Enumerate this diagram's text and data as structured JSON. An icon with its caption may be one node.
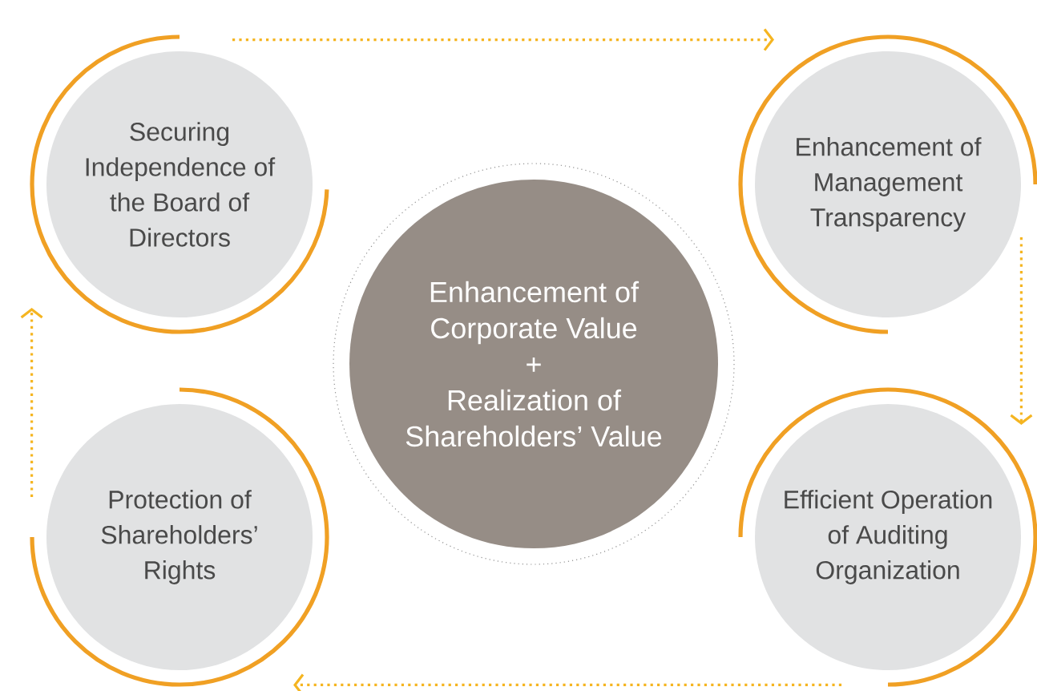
{
  "diagram": {
    "nodes": [
      {
        "text": [
          "Securing Independence of the Board of Directors"
        ]
      },
      {
        "text": [
          "Enhancement of Management Transparency"
        ]
      },
      {
        "text": [
          "Efficient Operation of Auditing Organization"
        ]
      },
      {
        "text": [
          "Protection of Shareholders’ Rights"
        ]
      },
      {
        "text": [
          "Enhancement of Corporate Value",
          "+",
          "Realization of Shareholders’ Value"
        ]
      }
    ],
    "edges": [
      {
        "from": 0,
        "to": 1,
        "arrow": "to"
      },
      {
        "from": 1,
        "to": 2,
        "arrow": "to"
      },
      {
        "from": 2,
        "to": 3,
        "arrow": "to"
      },
      {
        "from": 3,
        "to": 0,
        "arrow": "to"
      }
    ]
  }
}
